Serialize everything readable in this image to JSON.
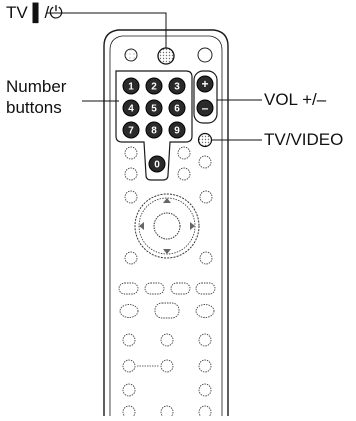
{
  "labels": {
    "tv_power": "TV ▌/⏻",
    "number_line1": "Number",
    "number_line2": "buttons",
    "vol": "VOL +/–",
    "tv_video": "TV/VIDEO"
  },
  "number_keys": [
    "1",
    "2",
    "3",
    "4",
    "5",
    "6",
    "7",
    "8",
    "9",
    "0"
  ],
  "vol_keys": [
    "+",
    "–"
  ],
  "icons": [
    "tv-power-button",
    "number-button",
    "vol-plus-button",
    "vol-minus-button",
    "tv-video-button",
    "directional-pad"
  ],
  "colors": {
    "ink": "#1a1a1a",
    "body": "#ffffff",
    "dot": "#777777"
  }
}
